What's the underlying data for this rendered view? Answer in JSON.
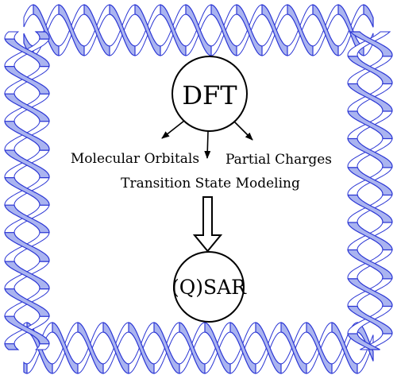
{
  "nodes": {
    "dft": {
      "label": "DFT"
    },
    "qsar": {
      "label": "(Q)SAR"
    }
  },
  "outputs": {
    "left": "Molecular Orbitals",
    "center": "Transition State Modeling",
    "right": "Partial Charges"
  },
  "colors": {
    "ribbon_fill": "#aab4f0",
    "ribbon_stroke": "#2b36d4",
    "ink": "#000000"
  }
}
